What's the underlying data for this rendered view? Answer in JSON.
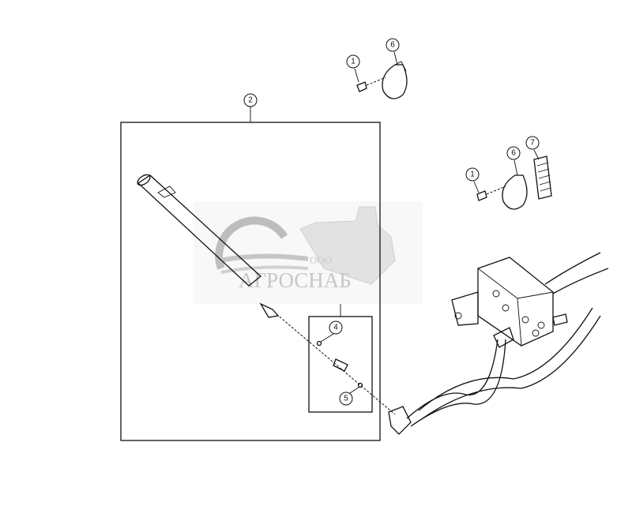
{
  "callouts": [
    {
      "id": "1",
      "label": "1"
    },
    {
      "id": "6",
      "label": "6"
    },
    {
      "id": "2",
      "label": "2"
    },
    {
      "id": "1b",
      "label": "1"
    },
    {
      "id": "6b",
      "label": "6"
    },
    {
      "id": "7",
      "label": "7"
    },
    {
      "id": "4",
      "label": "4"
    },
    {
      "id": "5",
      "label": "5"
    }
  ],
  "watermark": {
    "prefix": "ООО",
    "name": "АГРОСНАБ",
    "color": "#9a9a9a"
  }
}
